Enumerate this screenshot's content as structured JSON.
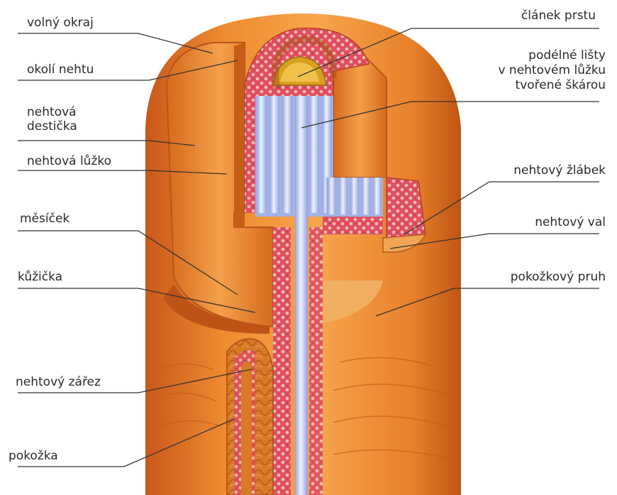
{
  "colors": {
    "skin": "#e8822a",
    "skin_light": "#f4a24a",
    "skin_dark": "#c25a12",
    "nail": "#f0903a",
    "flesh": "#e85a6a",
    "flesh_dots": "#f7c4c8",
    "ridges_blue": "#a9b8e8",
    "ridges_white": "#eef1ff",
    "bone": "#d9a020",
    "leader": "#333333"
  },
  "labels": {
    "volny_okraj": "volný okraj",
    "okoli_nehtu": "okolí nehtu",
    "nehtova_desticka": "nehtová\ndestička",
    "nehtove_luzko": "nehtová lůžko",
    "mesicek": "měsíček",
    "kuzicka": "kůžička",
    "nehtovy_zarez": "nehtový zářez",
    "pokozka": "pokožka",
    "clanek_prstu": "článek prstu",
    "podelne_listy": "podélné lišty\nv nehtovém lůžku\ntvořené škárou",
    "nehtovy_zlabek": "nehtový žlábek",
    "nehtovy_val": "nehtový val",
    "pokozkovy_pruh": "pokožkový pruh"
  }
}
